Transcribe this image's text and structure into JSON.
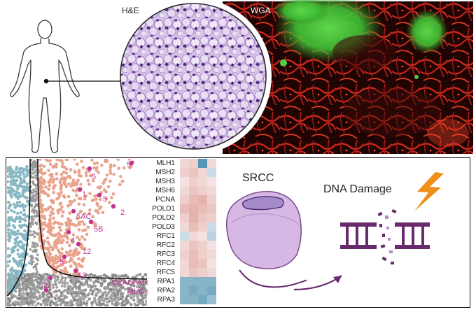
{
  "top": {
    "he_label": "H&E",
    "wga_label": "WGA"
  },
  "scatter": {
    "labels": [
      "5",
      "5",
      "1",
      "5",
      "2",
      "5AC",
      "5B",
      "4",
      "12",
      "5",
      "13",
      "21",
      "1"
    ],
    "legend_ceacam": "CEACAMx",
    "legend_muc": "MUCx"
  },
  "heatmap": {
    "genes": [
      "MLH1",
      "MSH2",
      "MSH3",
      "MSH6",
      "PCNA",
      "POLD1",
      "POLD2",
      "POLD3",
      "RFC1",
      "RFC2",
      "RFC3",
      "RFC4",
      "RFC5",
      "RPA1",
      "RPA2",
      "RPA3"
    ],
    "values": [
      [
        0.2,
        0.3,
        -0.9,
        0.2
      ],
      [
        0.3,
        0.4,
        0.2,
        -0.2
      ],
      [
        0.1,
        0.3,
        0.2,
        0.1
      ],
      [
        0.2,
        0.4,
        0.3,
        0.2
      ],
      [
        0.3,
        0.5,
        0.6,
        0.3
      ],
      [
        0.5,
        0.6,
        0.5,
        0.4
      ],
      [
        0.3,
        0.6,
        0.4,
        0.3
      ],
      [
        0.2,
        0.5,
        0.3,
        -0.2
      ],
      [
        -0.2,
        0.2,
        0.1,
        -0.3
      ],
      [
        0.2,
        0.4,
        0.3,
        0.1
      ],
      [
        0.3,
        0.5,
        0.3,
        0.2
      ],
      [
        0.2,
        0.5,
        0.4,
        0.1
      ],
      [
        0.2,
        0.4,
        0.3,
        0.2
      ],
      [
        -0.6,
        -0.6,
        -0.6,
        -0.6
      ],
      [
        -0.6,
        -0.7,
        -0.6,
        -0.7
      ],
      [
        -0.6,
        -0.6,
        -0.7,
        -0.5
      ]
    ]
  },
  "right": {
    "srcc_label": "SRCC",
    "dna_damage_label": "DNA Damage"
  },
  "colors": {
    "salmon": "#e8a08a",
    "teal": "#7fb3c0",
    "magenta": "#c2338f",
    "purple": "#6a2a6e",
    "he_purple": "#b48bcc",
    "wga_red": "#c0201a",
    "wga_green": "#3ec83a",
    "lightning": "#f0901a"
  }
}
